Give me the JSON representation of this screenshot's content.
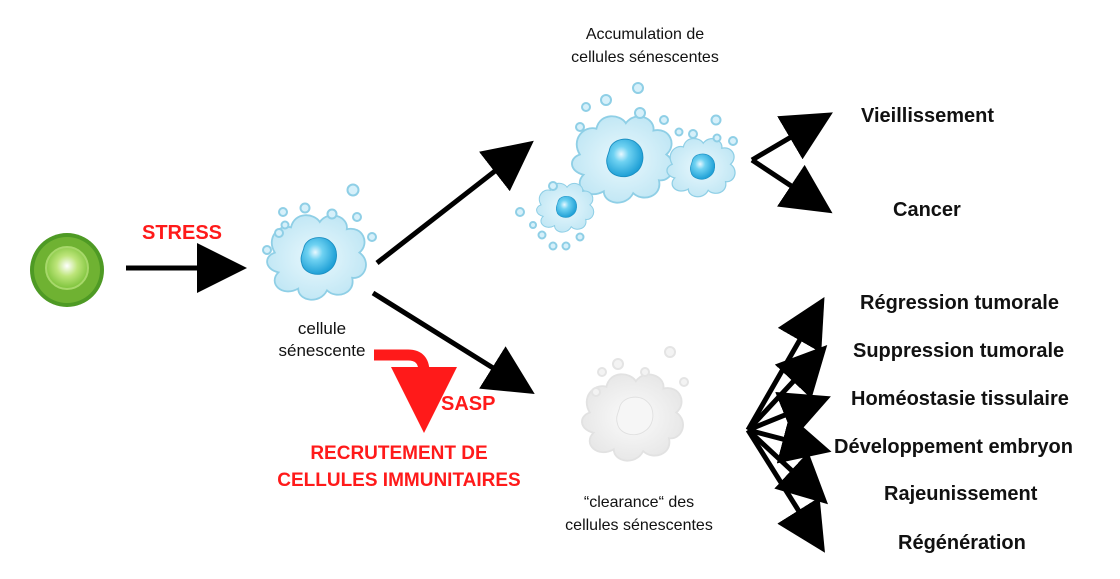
{
  "colors": {
    "stress_red": "#ff1a1a",
    "cell_blue_fill": "#d6f0fa",
    "cell_blue_stroke": "#8fcfe6",
    "nucleus_blue": "#4fc3e8",
    "healthy_outer": "#4e9a24",
    "healthy_inner": "#bde57a",
    "cleared_cell_gray": "#eeeeee",
    "arrow_black": "#000000"
  },
  "labels": {
    "stress": "STRESS",
    "senescent_cell": [
      "cellule",
      "sénescente"
    ],
    "sasp": "SASP",
    "immune_recruitment": [
      "RECRUTEMENT DE",
      "CELLULES IMMUNITAIRES"
    ],
    "accumulation": [
      "Accumulation de",
      "cellules sénescentes"
    ],
    "clearance": [
      "“clearance“ des",
      "cellules sénescentes"
    ]
  },
  "outcomes_accumulation": [
    "Vieillissement",
    "Cancer"
  ],
  "outcomes_clearance": [
    "Régression tumorale",
    "Suppression tumorale",
    "Homéostasie tissulaire",
    "Développement embryon",
    "Rajeunissement",
    "Régénération"
  ],
  "icons": {
    "healthy_cell": "healthy-cell-icon",
    "senescent_cell": "senescent-cell-icon",
    "cleared_cell": "cleared-cell-icon"
  }
}
